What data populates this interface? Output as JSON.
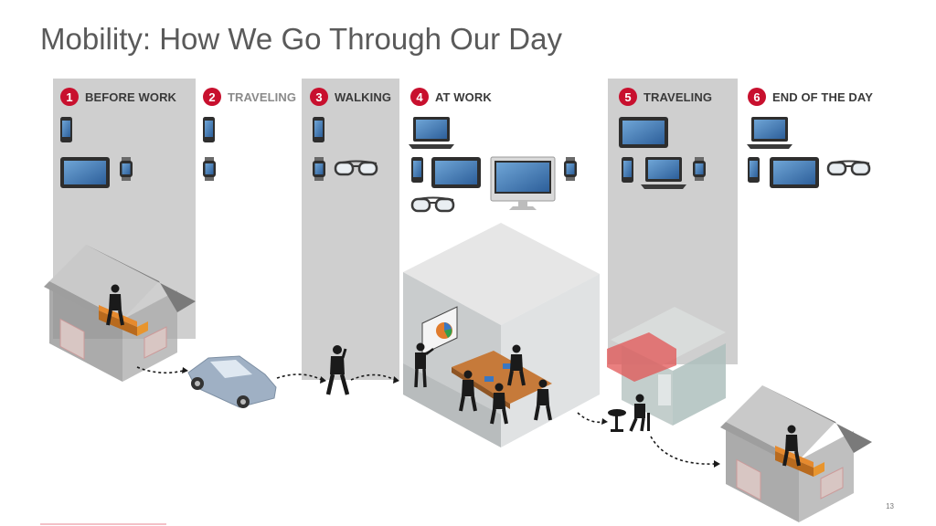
{
  "slide": {
    "title": "Mobility: How We Go Through Our Day",
    "page_number": "13"
  },
  "steps": [
    {
      "number": "1",
      "label": "BEFORE WORK",
      "devices": [
        "phone-icon",
        "tablet-icon",
        "smartwatch-icon"
      ]
    },
    {
      "number": "2",
      "label": "TRAVELING",
      "devices": [
        "phone-icon",
        "smartwatch-icon"
      ]
    },
    {
      "number": "3",
      "label": "WALKING",
      "devices": [
        "phone-icon",
        "smartwatch-icon",
        "smart-glasses-icon"
      ]
    },
    {
      "number": "4",
      "label": "AT WORK",
      "devices": [
        "laptop-icon",
        "phone-icon",
        "tablet-icon",
        "desktop-monitor-icon",
        "smartwatch-icon",
        "smart-glasses-icon"
      ]
    },
    {
      "number": "5",
      "label": "TRAVELING",
      "devices": [
        "tablet-icon",
        "phone-icon",
        "laptop-icon",
        "smartwatch-icon"
      ]
    },
    {
      "number": "6",
      "label": "END OF THE DAY",
      "devices": [
        "laptop-icon",
        "phone-icon",
        "tablet-icon",
        "smart-glasses-icon"
      ]
    }
  ],
  "colors": {
    "accent": "#c8102e",
    "column_shade": "#cfcfcf",
    "title_text": "#5a5a5a"
  }
}
